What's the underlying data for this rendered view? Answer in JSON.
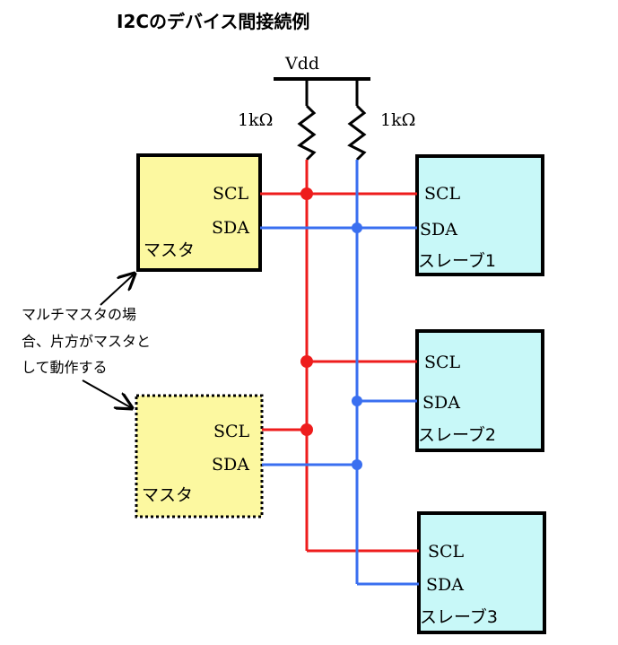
{
  "title": "I2Cのデバイス間接続例",
  "vdd_label": "Vdd",
  "resistors": [
    {
      "value": "1kΩ"
    },
    {
      "value": "1kΩ"
    }
  ],
  "masters": [
    {
      "scl": "SCL",
      "sda": "SDA",
      "name": "マスタ",
      "style": "solid"
    },
    {
      "scl": "SCL",
      "sda": "SDA",
      "name": "マスタ",
      "style": "dotted"
    }
  ],
  "slaves": [
    {
      "scl": "SCL",
      "sda": "SDA",
      "name": "スレーブ1"
    },
    {
      "scl": "SCL",
      "sda": "SDA",
      "name": "スレーブ2"
    },
    {
      "scl": "SCL",
      "sda": "SDA",
      "name": "スレーブ3"
    }
  ],
  "note": {
    "lines": [
      "マルチマスタの場",
      "合、片方がマスタと",
      "して動作する"
    ]
  },
  "colors": {
    "scl_line": "#ee1c1c",
    "sda_line": "#3a6ff0",
    "master_fill": "#fcf8a0",
    "slave_fill": "#c8f8f8",
    "outline": "#000000"
  }
}
